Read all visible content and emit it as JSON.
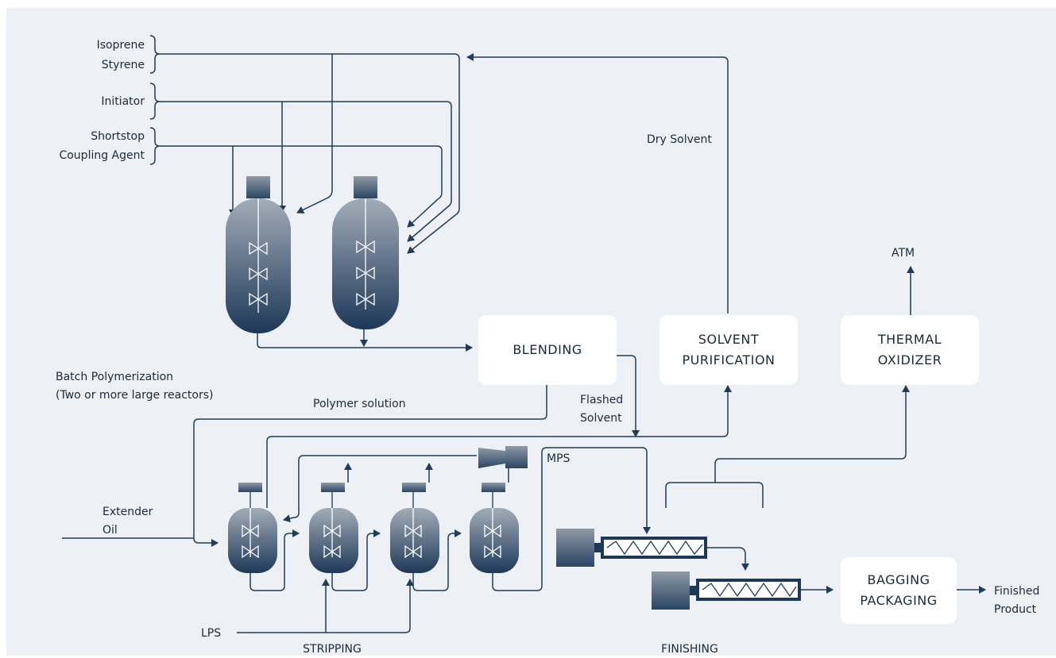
{
  "inputs": {
    "isoprene": "Isoprene",
    "styrene": "Styrene",
    "initiator": "Initiator",
    "shortstop": "Shortstop",
    "coupling_agent": "Coupling Agent",
    "extender_oil_1": "Extender",
    "extender_oil_2": "Oil",
    "lps": "LPS",
    "mps": "MPS"
  },
  "streams": {
    "dry_solvent": "Dry Solvent",
    "polymer_solution": "Polymer solution",
    "flashed_solvent_1": "Flashed",
    "flashed_solvent_2": "Solvent",
    "atm": "ATM",
    "finished_product_1": "Finished",
    "finished_product_2": "Product"
  },
  "sections": {
    "batch_1": "Batch Polymerization",
    "batch_2": "(Two or more large reactors)",
    "stripping": "STRIPPING",
    "finishing": "FINISHING"
  },
  "units": {
    "blending": "BLENDING",
    "solvent_purification_1": "SOLVENT",
    "solvent_purification_2": "PURIFICATION",
    "thermal_oxidizer_1": "THERMAL",
    "thermal_oxidizer_2": "OXIDIZER",
    "bagging_1": "BAGGING",
    "bagging_2": "PACKAGING"
  },
  "colors": {
    "background": "#edf0f4",
    "line": "#1f3c5a",
    "vessel_top": "#a3acb8",
    "vessel_bottom": "#1d3858",
    "box": "#ffffff"
  }
}
